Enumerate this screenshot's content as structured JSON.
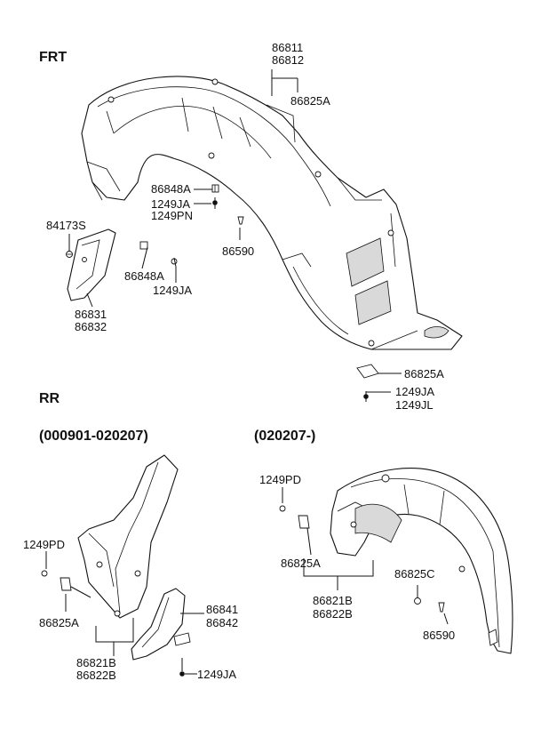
{
  "sections": {
    "front": "FRT",
    "rear": "RR",
    "rear_left_period": "(000901-020207)",
    "rear_right_period": "(020207-)"
  },
  "labels": {
    "p86811": "86811",
    "p86812": "86812",
    "p86825A_top": "86825A",
    "p86848A_upper": "86848A",
    "p1249JA_upper": "1249JA",
    "p1249PN": "1249PN",
    "p84173S": "84173S",
    "p86590_front": "86590",
    "p86848A_lower": "86848A",
    "p1249JA_middle": "1249JA",
    "p86831": "86831",
    "p86832": "86832",
    "p86825A_front_bottom": "86825A",
    "p1249JA_front_bottom": "1249JA",
    "p1249JL": "1249JL",
    "p1249PD_left": "1249PD",
    "p86825A_left": "86825A",
    "p86821B_left": "86821B",
    "p86822B_left": "86822B",
    "p86841": "86841",
    "p86842": "86842",
    "p1249JA_rear": "1249JA",
    "p1249PD_right": "1249PD",
    "p86825A_right": "86825A",
    "p86821B_right": "86821B",
    "p86822B_right": "86822B",
    "p86825C": "86825C",
    "p86590_rear": "86590"
  }
}
